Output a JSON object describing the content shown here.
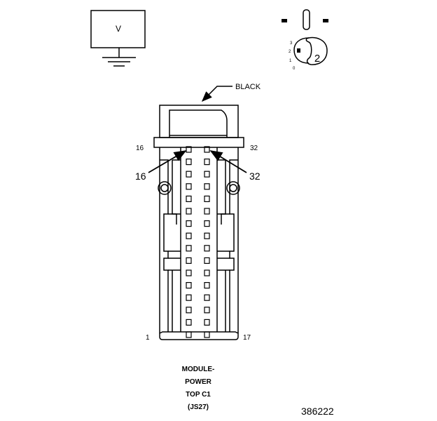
{
  "meter": {
    "label": "V"
  },
  "ignition": {
    "position_number": "2",
    "positions": [
      "3",
      "2",
      "1",
      "0"
    ]
  },
  "connector": {
    "color_label": "BLACK",
    "pin_top_left": "16",
    "pin_top_right": "32",
    "pin_bottom_left": "1",
    "pin_bottom_right": "17",
    "callout_left": "16",
    "callout_right": "32"
  },
  "caption": {
    "line1": "MODULE-",
    "line2": "POWER",
    "line3": "TOP C1",
    "line4": "(JS27)"
  },
  "figure_number": "386222"
}
